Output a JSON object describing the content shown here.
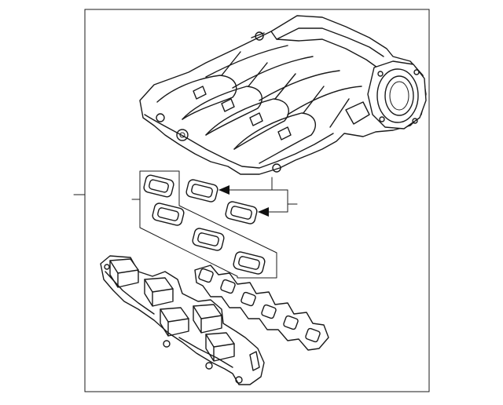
{
  "diagram": {
    "colors": {
      "line": "#1a1a1a",
      "background": "#ffffff"
    },
    "parts": [
      {
        "name": "upper-intake-manifold"
      },
      {
        "name": "gasket-set"
      },
      {
        "name": "lower-intake-manifold"
      },
      {
        "name": "manifold-gasket-strip"
      }
    ]
  }
}
